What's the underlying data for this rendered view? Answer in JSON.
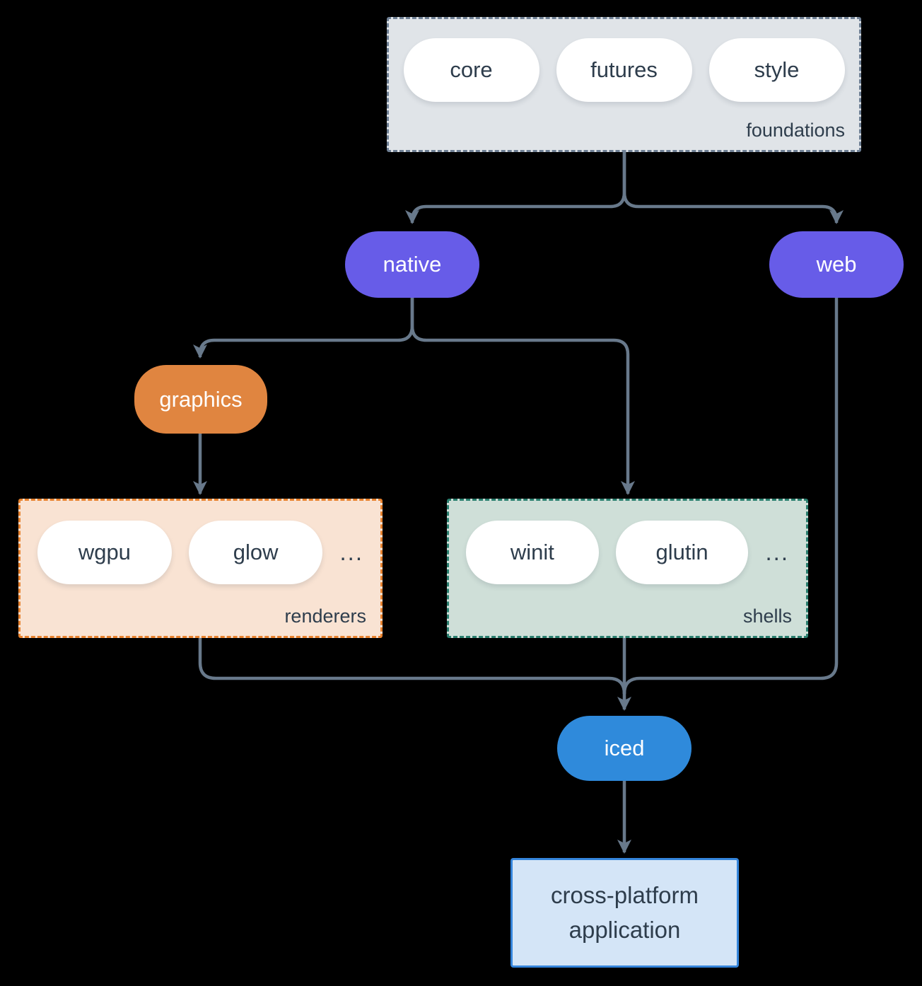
{
  "colors": {
    "background": "#000000",
    "line": "#68798b",
    "purple": "#675ce8",
    "orange": "#e08540",
    "blue": "#2f8adb",
    "foundations_fill": "#e0e4e8",
    "foundations_border": "#6f8095",
    "renderers_fill": "#f9e3d3",
    "renderers_border": "#e8822e",
    "shells_fill": "#cfdfd8",
    "shells_border": "#2a7f6f",
    "app_fill": "#d4e5f7",
    "app_border": "#3585db",
    "text_dark": "#2e3d4c",
    "text_light": "#ffffff"
  },
  "diagram": {
    "foundations": {
      "label": "foundations",
      "pills": [
        "core",
        "futures",
        "style"
      ]
    },
    "native": {
      "label": "native"
    },
    "web": {
      "label": "web"
    },
    "graphics": {
      "label": "graphics"
    },
    "renderers": {
      "label": "renderers",
      "pills": [
        "wgpu",
        "glow"
      ],
      "ellipsis": "..."
    },
    "shells": {
      "label": "shells",
      "pills": [
        "winit",
        "glutin"
      ],
      "ellipsis": "..."
    },
    "iced": {
      "label": "iced"
    },
    "application": {
      "lines": [
        "cross-platform",
        "application"
      ]
    }
  }
}
